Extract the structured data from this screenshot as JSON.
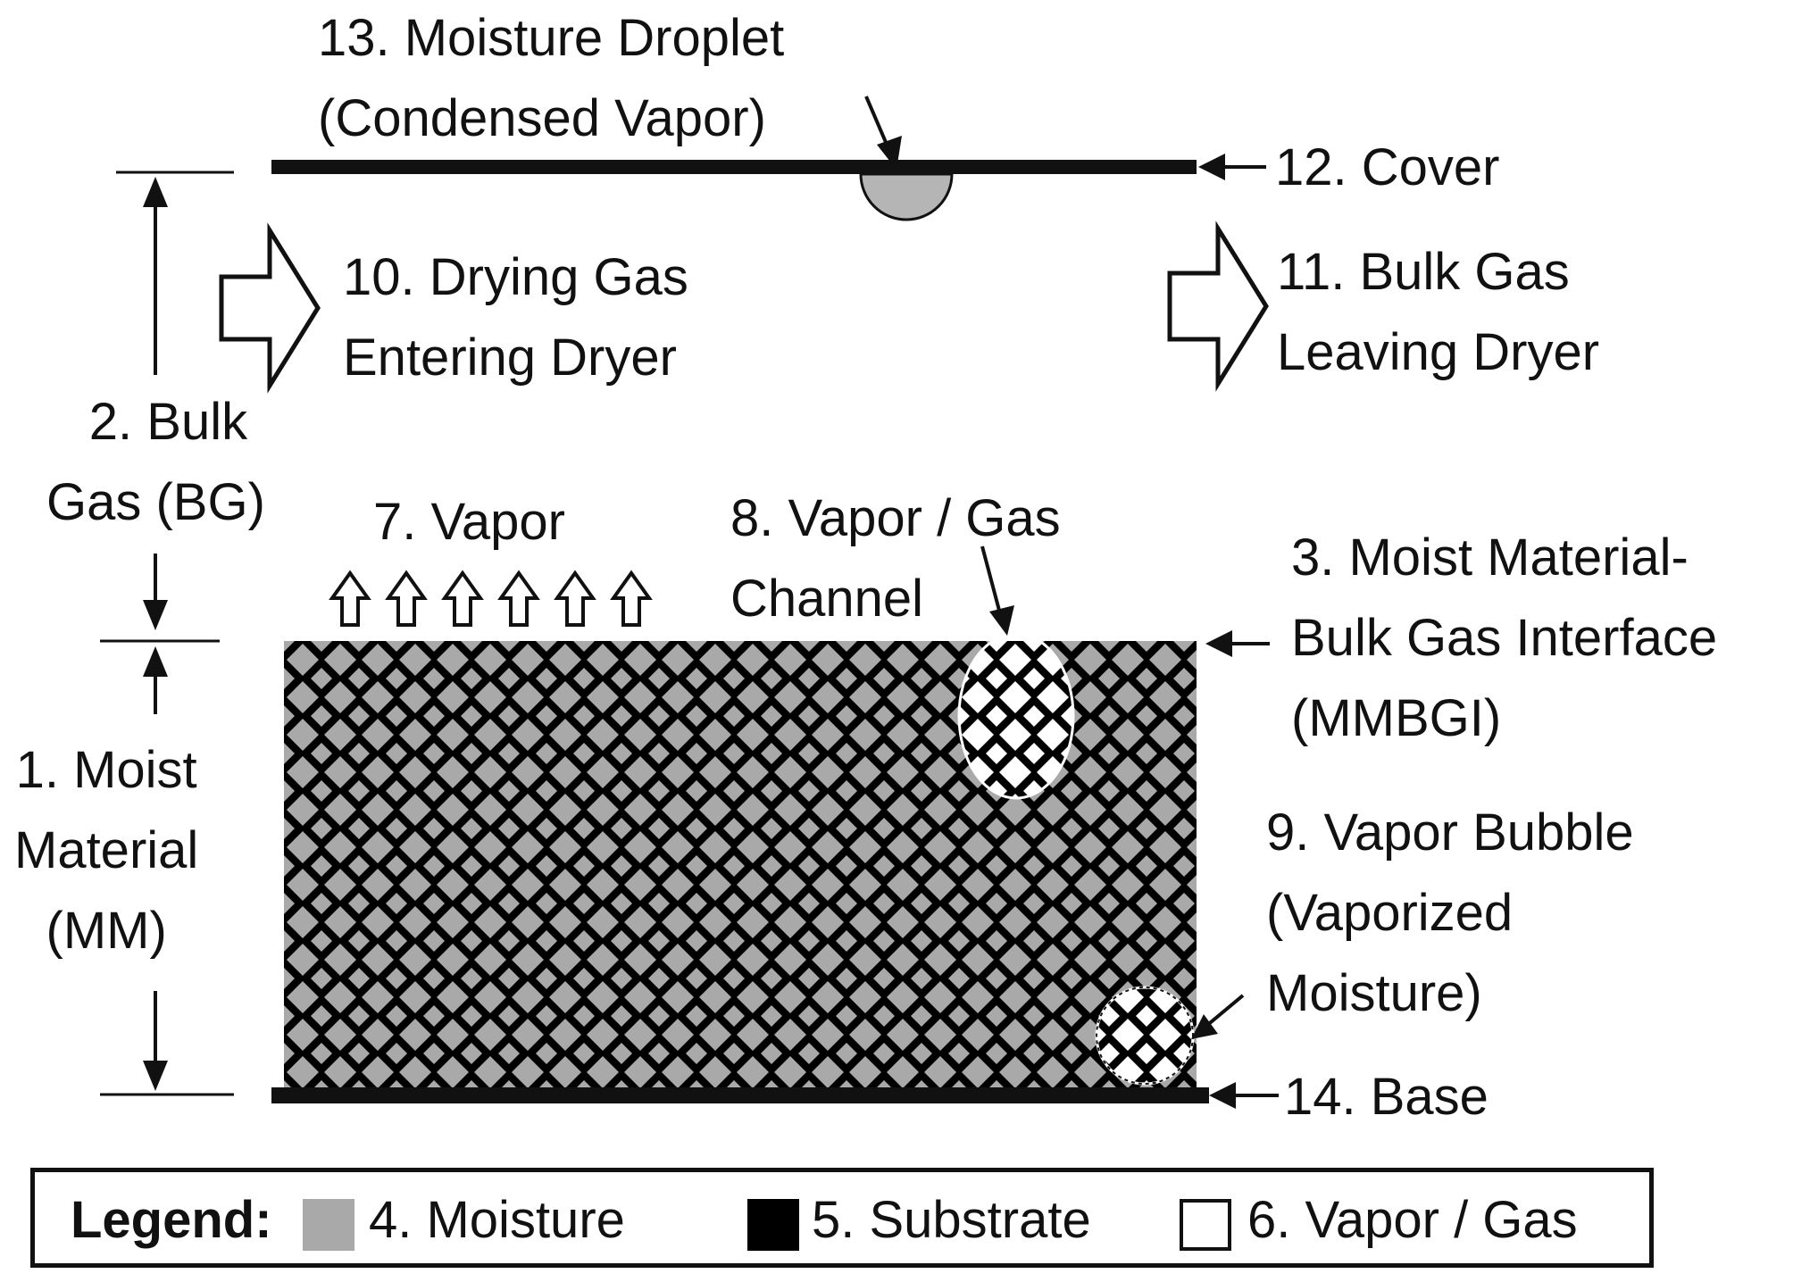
{
  "labels": {
    "moisture_droplet": [
      "13. Moisture Droplet",
      "(Condensed Vapor)"
    ],
    "cover": "12. Cover",
    "drying_gas": [
      "10. Drying Gas",
      "Entering Dryer"
    ],
    "bulk_gas_leaving": [
      "11. Bulk Gas",
      "Leaving Dryer"
    ],
    "bulk_gas": [
      "2. Bulk",
      "Gas (BG)"
    ],
    "vapor": "7. Vapor",
    "vapor_gas_channel": [
      "8. Vapor / Gas",
      "Channel"
    ],
    "interface": [
      "3. Moist Material-",
      "Bulk Gas Interface",
      "(MMBGI)"
    ],
    "moist_material": [
      "1. Moist",
      "Material",
      "(MM)"
    ],
    "vapor_bubble": [
      "9. Vapor Bubble",
      "(Vaporized",
      "Moisture)"
    ],
    "base": "14. Base"
  },
  "legend": {
    "title": "Legend:",
    "moisture": "4. Moisture",
    "substrate": "5. Substrate",
    "vapor_gas": "6. Vapor / Gas"
  },
  "colors": {
    "moisture": "#a9a9a9",
    "substrate": "#000000",
    "vapor_gas": "#ffffff",
    "droplet": "#b5b5b5"
  }
}
